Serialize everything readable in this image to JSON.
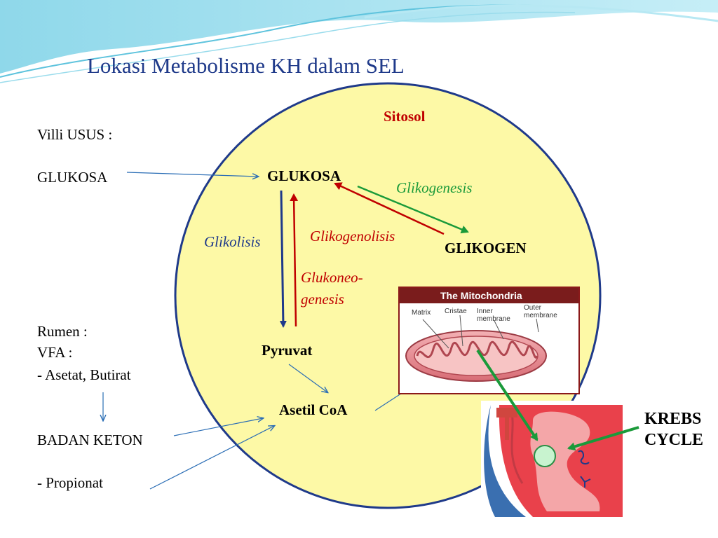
{
  "title": "Lokasi Metabolisme KH dalam SEL",
  "cell": {
    "compartment": "Sitosol",
    "glukosa": "GLUKOSA",
    "glikogen": "GLIKOGEN",
    "pyruvat": "Pyruvat",
    "asetil_coa": "Asetil CoA"
  },
  "processes": {
    "glikogenesis": "Glikogenesis",
    "glikogenolisis": "Glikogenolisis",
    "glikolisis": "Glikolisis",
    "glukoneogenesis_line1": "Glukoneo-",
    "glukoneogenesis_line2": "genesis"
  },
  "left_panel": {
    "villi": "Villi USUS :",
    "glukosa": "GLUKOSA",
    "rumen": "Rumen :",
    "vfa": "VFA  :",
    "asetat_butirat": "- Asetat, Butirat",
    "badan_keton": "BADAN KETON",
    "propionat": "- Propionat"
  },
  "mitochondria": {
    "heading": "The Mitochondria",
    "parts": [
      "Matrix",
      "Cristae",
      "Inner membrane",
      "Outer membrane"
    ]
  },
  "krebs": {
    "line1": "KREBS",
    "line2": "CYCLE"
  },
  "colors": {
    "title": "#1f3a8a",
    "cell_fill": "#fdf9a6",
    "cell_border": "#1f3a8a",
    "green_arrow": "#1a9a3a",
    "red_arrow": "#c00000",
    "blue_arrow": "#1f3a8a",
    "thin_arrow": "#2a6db5"
  }
}
